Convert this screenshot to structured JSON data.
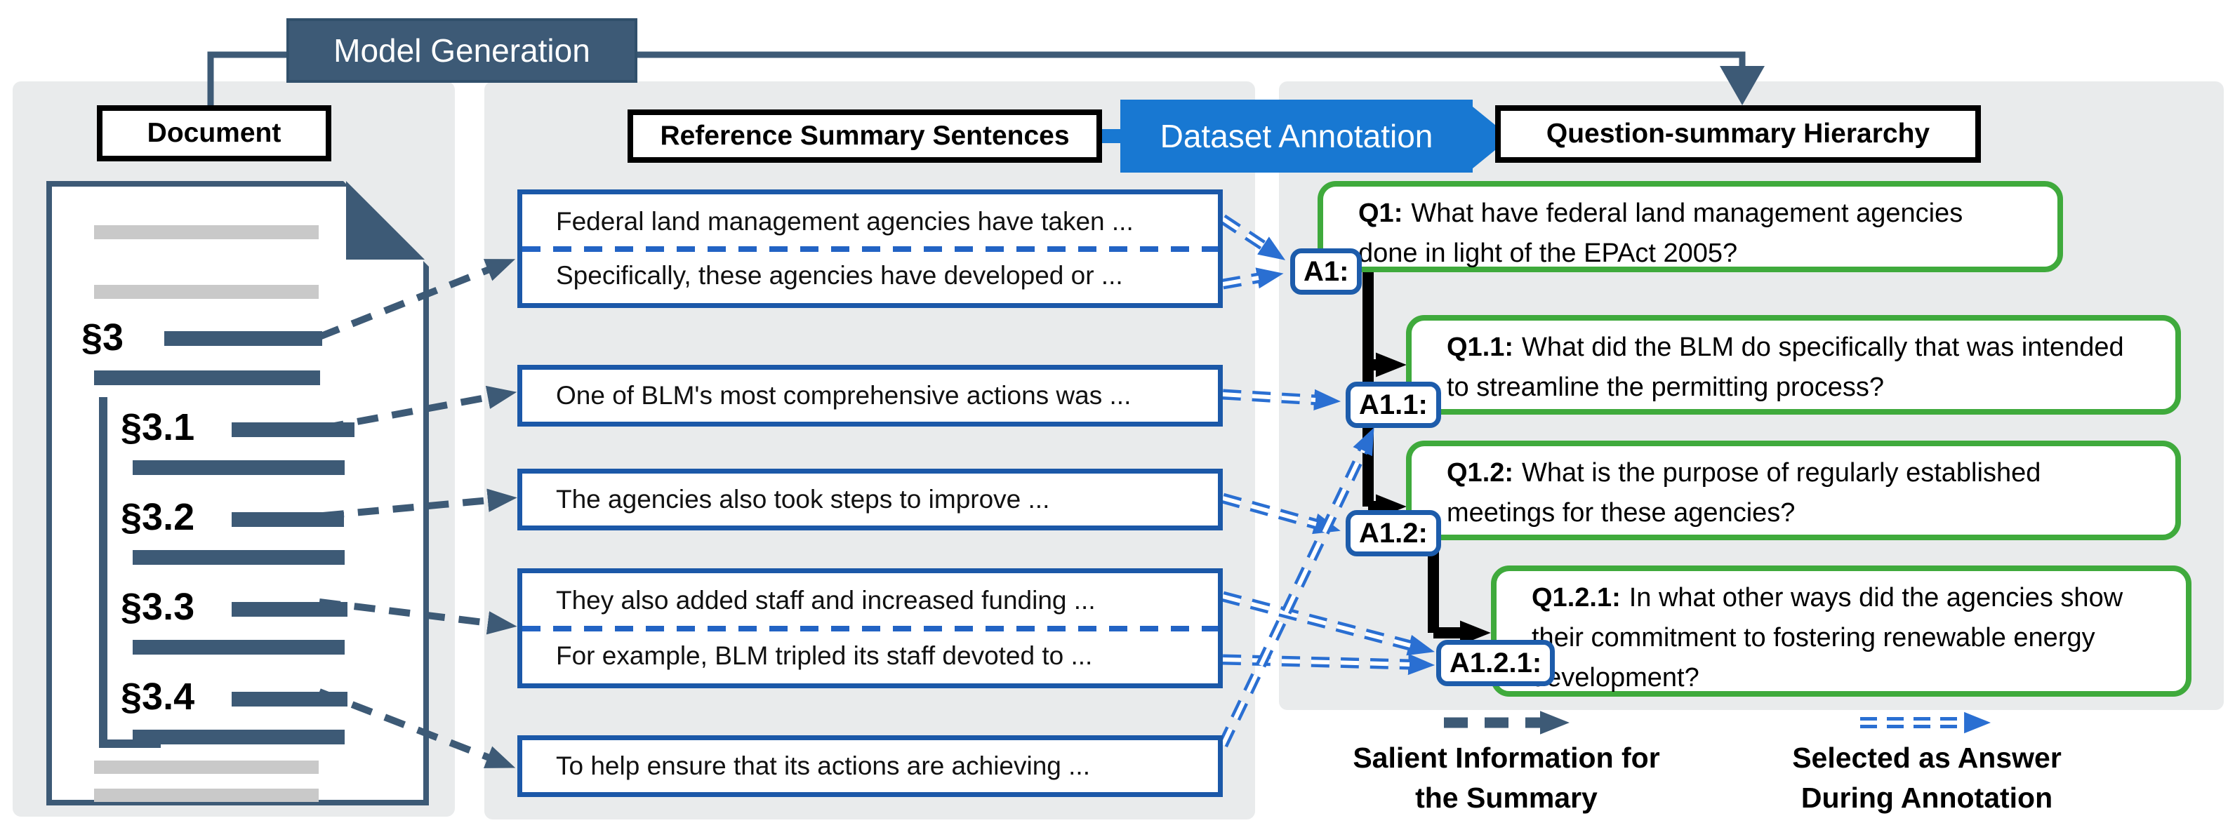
{
  "headers": {
    "model_generation": "Model Generation",
    "document": "Document",
    "reference_summary": "Reference Summary Sentences",
    "dataset_annotation": "Dataset Annotation",
    "hierarchy": "Question-summary Hierarchy"
  },
  "document": {
    "sections": [
      "§3",
      "§3.1",
      "§3.2",
      "§3.3",
      "§3.4"
    ]
  },
  "summaries": [
    {
      "sentences": [
        "Federal land management agencies have taken ...",
        "Specifically, these agencies have developed or ..."
      ]
    },
    {
      "sentences": [
        "One of BLM's most comprehensive actions was ..."
      ]
    },
    {
      "sentences": [
        "The agencies also took steps to improve ..."
      ]
    },
    {
      "sentences": [
        "They also added staff and increased funding ...",
        "For example, BLM tripled its staff devoted to ..."
      ]
    },
    {
      "sentences": [
        "To help ensure that its actions are achieving ..."
      ]
    }
  ],
  "answers": [
    {
      "label": "A1:"
    },
    {
      "label": "A1.1:"
    },
    {
      "label": "A1.2:"
    },
    {
      "label": "A1.2.1:"
    }
  ],
  "questions": [
    {
      "prefix": "Q1:",
      "text": "What have federal land management agencies done in light of the EPAct 2005?"
    },
    {
      "prefix": "Q1.1:",
      "text": "What did the BLM do specifically that was intended to streamline the permitting process?"
    },
    {
      "prefix": "Q1.2:",
      "text": "What is the purpose of regularly established meetings for these agencies?"
    },
    {
      "prefix": "Q1.2.1:",
      "text": "In what other ways did the agencies show their commitment to fostering renewable energy development?"
    }
  ],
  "legend": {
    "salient_line1": "Salient Information for",
    "salient_line2": "the Summary",
    "selected_line1": "Selected as Answer",
    "selected_line2": "During Annotation"
  },
  "colors": {
    "slate": "#3d5a76",
    "bright_blue": "#1878d2",
    "summary_border_blue": "#1b58a8",
    "answer_border_blue": "#1d5cab",
    "question_green": "#3faa3c",
    "arrow_blue": "#2a6fd2",
    "panel_gray": "#e9ebec"
  }
}
